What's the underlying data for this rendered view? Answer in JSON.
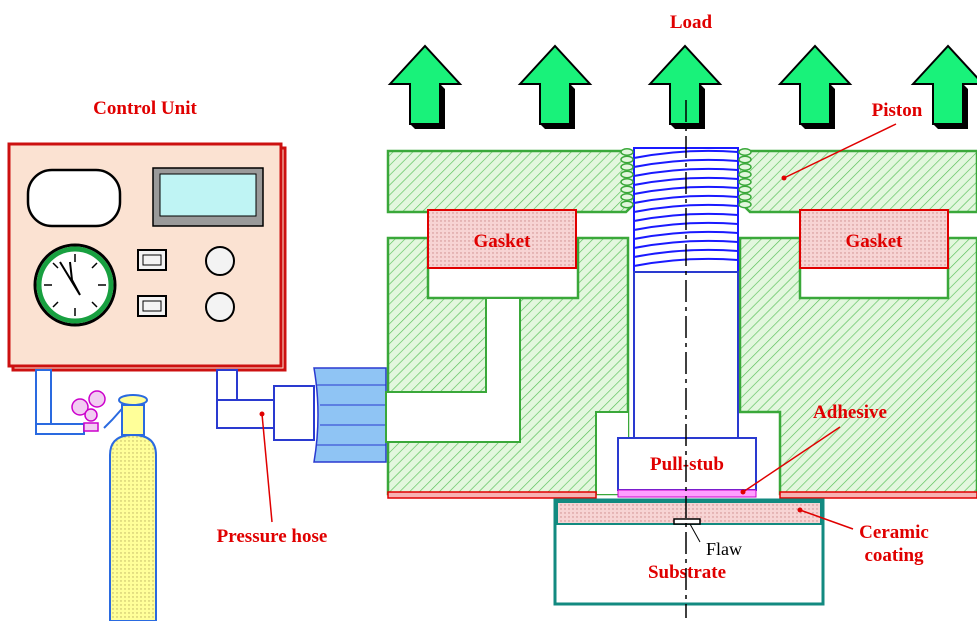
{
  "labels": {
    "load": "Load",
    "control_unit": "Control  Unit",
    "piston": "Piston",
    "gasket_left": "Gasket",
    "gasket_right": "Gasket",
    "adhesive": "Adhesive",
    "pull_stub": "Pull-stub",
    "pressure_hose": "Pressure hose",
    "ceramic_coating_line1": "Ceramic",
    "ceramic_coating_line2": "coating",
    "flaw": "Flaw",
    "substrate": "Substrate"
  },
  "colors": {
    "label_red": "#e00000",
    "arrow_fill": "#19f27a",
    "body_outline": "#3aa83a",
    "body_hatch": "#58c058",
    "body_fill": "#e3f7de",
    "control_unit_fill": "#fbe2d2",
    "control_unit_border": "#cc1010",
    "gasket_fill": "#f6d2d2",
    "screw_blue": "#1a1aff",
    "substrate_border": "#128a80",
    "coating_fill": "#f7c8c8",
    "connector_blue": "#8fc4f4",
    "cylinder_fill": "#ffff99"
  }
}
